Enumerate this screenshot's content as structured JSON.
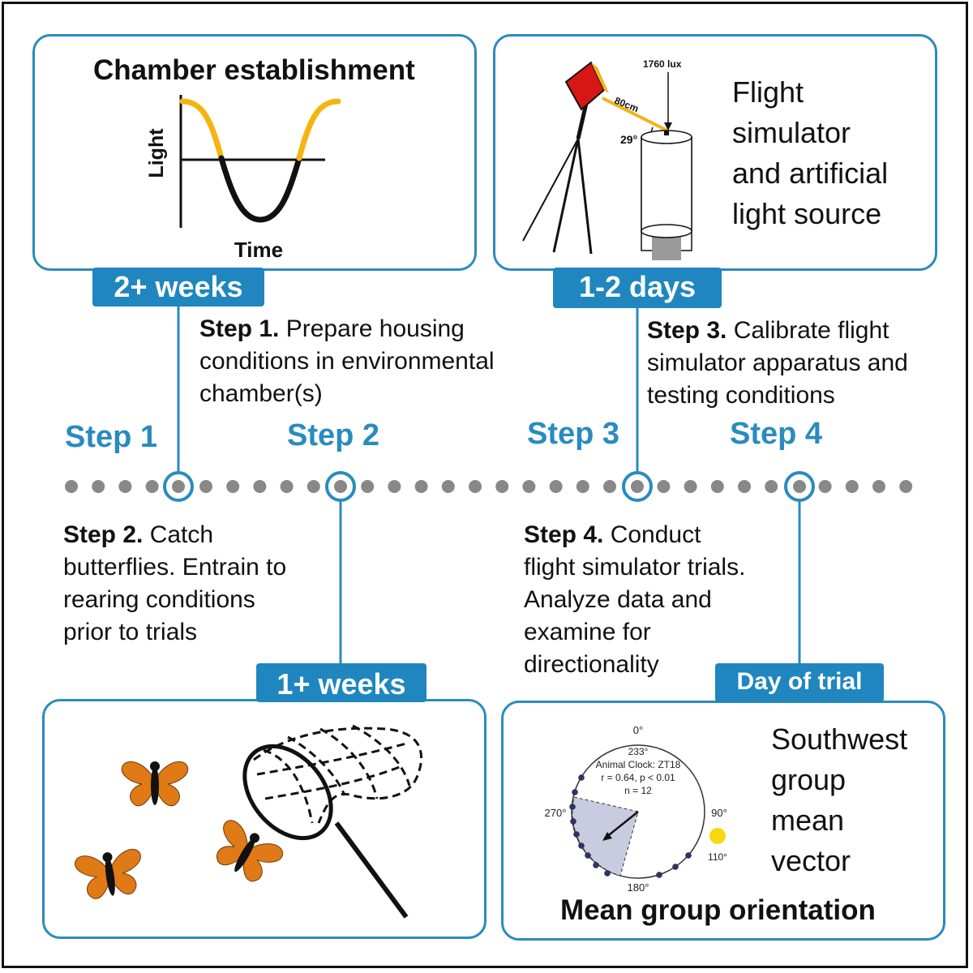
{
  "panels": {
    "chamber": {
      "title": "Chamber establishment",
      "ylabel": "Light",
      "xlabel": "Time"
    },
    "simulator": {
      "lux_label": "1760 lux",
      "distance_label": "80cm",
      "angle_label": "29°",
      "text_lines": [
        "Flight",
        "simulator",
        "and artificial",
        "light source"
      ]
    },
    "butterflies": {},
    "orientation": {
      "title": "Mean group orientation",
      "text_lines": [
        "Southwest",
        "group",
        "mean",
        "vector"
      ],
      "dial": {
        "top": "0°",
        "right": "90°",
        "bottom": "180°",
        "left": "270°",
        "mean": "233°",
        "clock": "Animal Clock: ZT18",
        "stats": "r  = 0.64, p < 0.01",
        "n": "n = 12",
        "sun": "110°"
      }
    }
  },
  "durations": [
    "2+ weeks",
    "1+ weeks",
    "1-2 days",
    "Day of trial"
  ],
  "steps": [
    {
      "label": "Step 1",
      "desc_bold": "Step 1.",
      "desc_lines": [
        " Prepare housing",
        "conditions in environmental",
        "chamber(s)"
      ]
    },
    {
      "label": "Step 2",
      "desc_bold": "Step 2.",
      "desc_lines": [
        " Catch",
        "butterflies. Entrain to",
        "rearing conditions",
        "prior to trials"
      ]
    },
    {
      "label": "Step 3",
      "desc_bold": "Step 3.",
      "desc_lines": [
        " Calibrate flight",
        "simulator apparatus and",
        "testing conditions"
      ]
    },
    {
      "label": "Step 4",
      "desc_bold": "Step 4.",
      "desc_lines": [
        " Conduct",
        "flight simulator trials.",
        "Analyze data and",
        "examine for",
        "directionality"
      ]
    }
  ],
  "colors": {
    "accent": "#2a8bbf",
    "tab": "#1f86bf",
    "light_curve": "#f5b50f",
    "butterfly": "#e07a16",
    "dot": "#888888",
    "shade": "#c9cbe0",
    "sun": "#f7d815"
  }
}
